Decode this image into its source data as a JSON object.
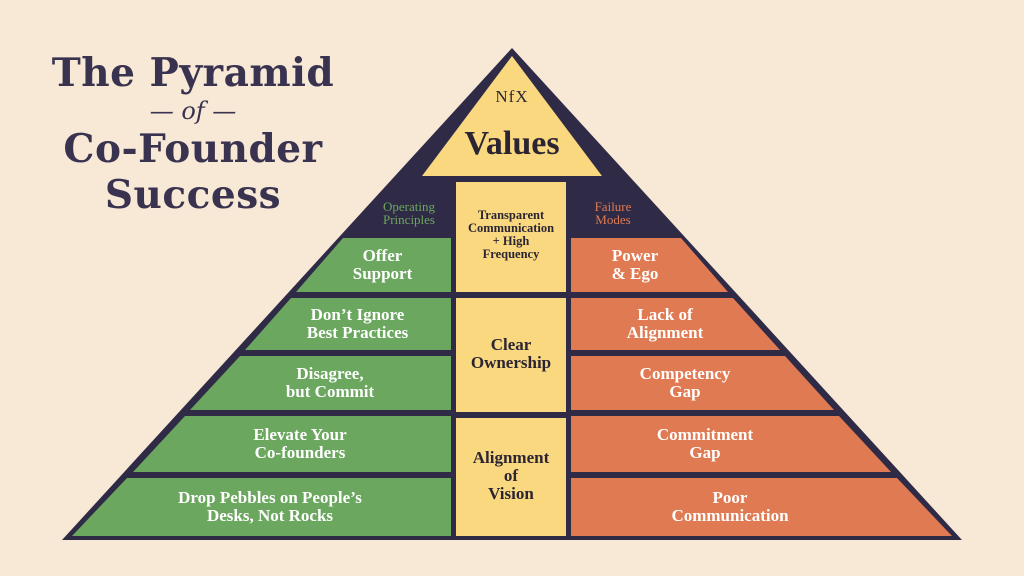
{
  "title": {
    "line1": "The Pyramid",
    "of": "— of —",
    "line2": "Co-Founder",
    "line3": "Success"
  },
  "logo": "NfX",
  "apex": "Values",
  "left_header": "Operating\nPrinciples",
  "right_header": "Failure\nModes",
  "center_header": "Transparent\nCommunication\n+ High\nFrequency",
  "center_mid": "Clear\nOwnership",
  "center_low": "Alignment\nof\nVision",
  "operating_principles": [
    "Offer\nSupport",
    "Don’t Ignore\nBest Practices",
    "Disagree,\nbut Commit",
    "Elevate Your\nCo-founders",
    "Drop Pebbles on People’s\nDesks, Not Rocks"
  ],
  "failure_modes": [
    "Power\n& Ego",
    "Lack of\nAlignment",
    "Competency\nGap",
    "Commitment\nGap",
    "Poor\nCommunication"
  ],
  "colors": {
    "green": "#6ba75f",
    "orange": "#e07a52",
    "yellow": "#f9d87f",
    "dark": "#2f2a45",
    "background": "#f7e9d6",
    "header_left_text": "#6ba75f",
    "header_right_text": "#e07a52"
  }
}
